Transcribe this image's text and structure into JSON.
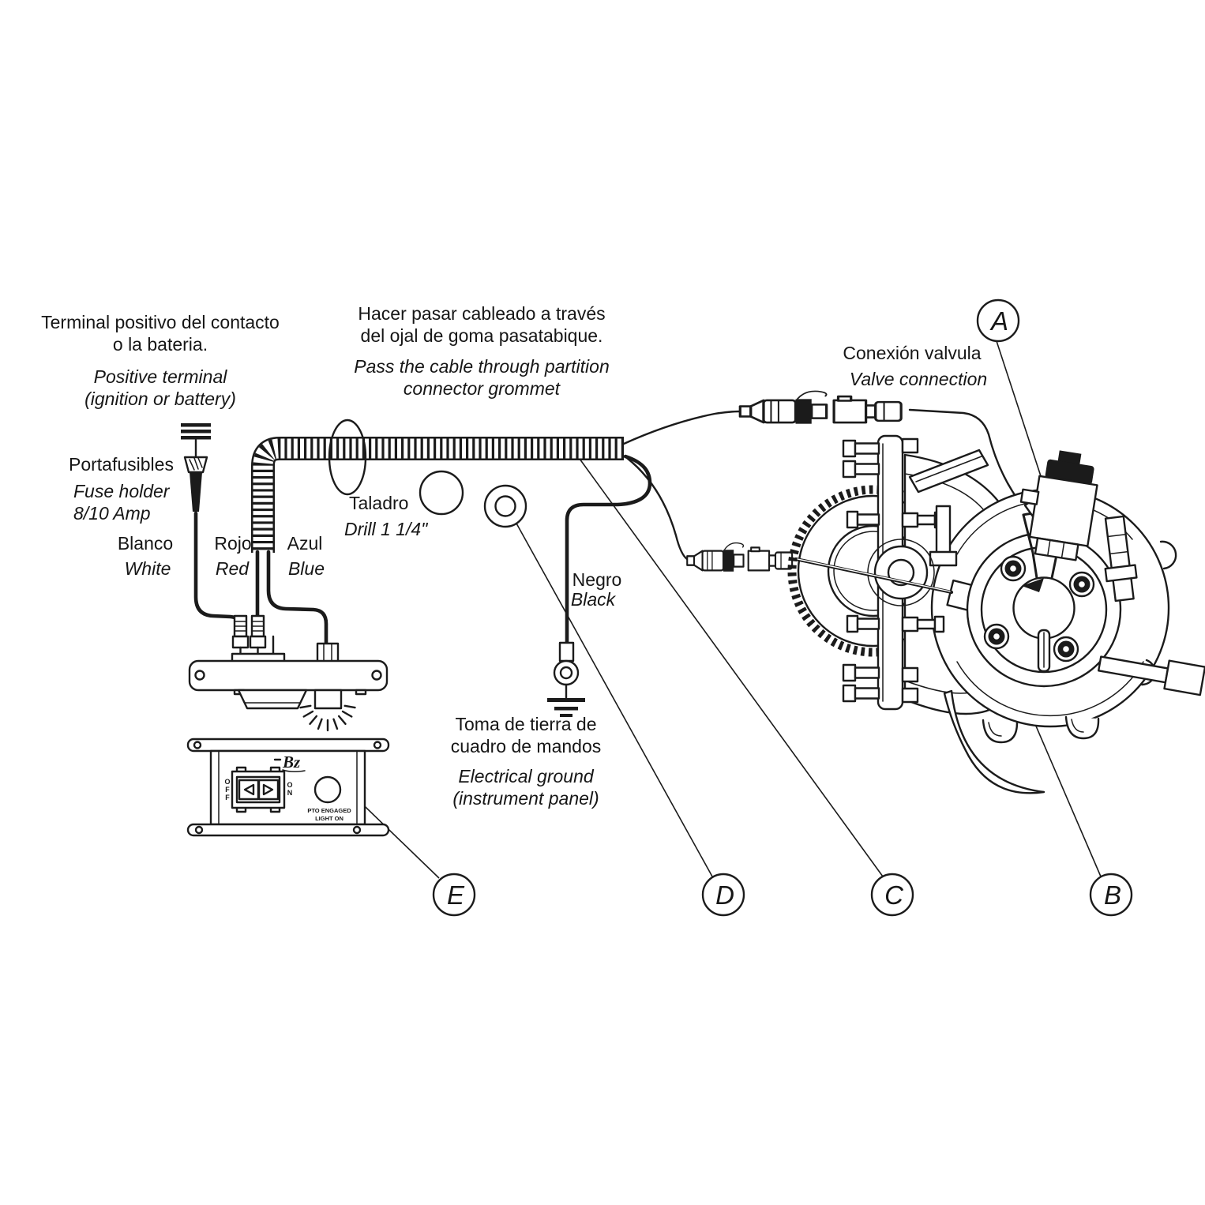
{
  "labels": {
    "battery": {
      "es_line1": "Terminal positivo del contacto",
      "es_line2": "o la bateria.",
      "en_line1": "Positive terminal",
      "en_line2": "(ignition or battery)"
    },
    "grommet": {
      "es_line1": "Hacer pasar cableado a través",
      "es_line2": "del ojal de goma pasatabique.",
      "en_line1": "Pass the cable through partition",
      "en_line2": "connector grommet"
    },
    "fuse": {
      "es": "Portafusibles",
      "en_line1": "Fuse holder",
      "en_line2": "8/10 Amp"
    },
    "wire_white": {
      "es": "Blanco",
      "en": "White"
    },
    "wire_red": {
      "es": "Rojo",
      "en": "Red"
    },
    "wire_blue": {
      "es": "Azul",
      "en": "Blue"
    },
    "wire_black": {
      "es": "Negro",
      "en": "Black"
    },
    "drill": {
      "es": "Taladro",
      "en": "Drill 1 1/4\""
    },
    "ground": {
      "es_line1": "Toma de tierra de",
      "es_line2": "cuadro de mandos",
      "en_line1": "Electrical ground",
      "en_line2": "(instrument panel)"
    },
    "valve": {
      "es": "Conexión valvula",
      "en": "Valve connection"
    }
  },
  "callouts": {
    "a": "A",
    "b": "B",
    "c": "C",
    "d": "D",
    "e": "E"
  },
  "panel": {
    "logo": "Bz",
    "off_letters": [
      "O",
      "F",
      "F"
    ],
    "on_letters": [
      "O",
      "N"
    ],
    "light_line1": "PTO ENGAGED",
    "light_line2": "LIGHT ON"
  },
  "colors": {
    "line": "#1b1b1b",
    "background": "#ffffff"
  }
}
